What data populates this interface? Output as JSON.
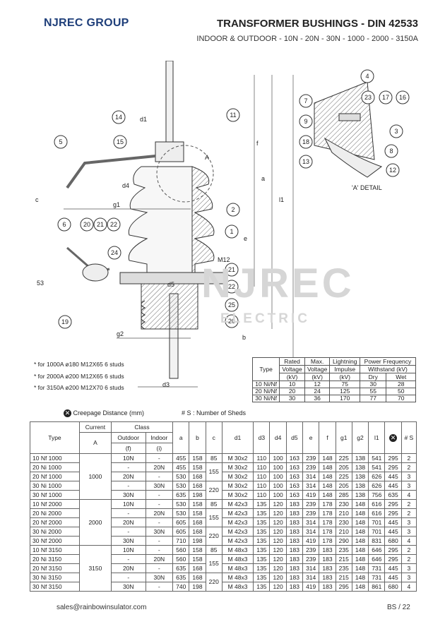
{
  "header": {
    "brand": "NJREC GROUP",
    "title": "TRANSFORMER BUSHINGS - DIN 42533",
    "subtitle": "INDOOR & OUTDOOR  -  10N - 20N - 30N - 1000 - 2000 - 3150A"
  },
  "drawing": {
    "callouts": [
      "14",
      "11",
      "5",
      "15",
      "2",
      "1",
      "6",
      "20",
      "21",
      "22",
      "24",
      "19",
      "21",
      "22",
      "25",
      "20",
      "4",
      "23",
      "17",
      "16",
      "7",
      "9",
      "3",
      "18",
      "8",
      "13",
      "12"
    ],
    "dims": [
      "d1",
      "f",
      "a",
      "l1",
      "e",
      "A",
      "d4",
      "g1",
      "c",
      "M12",
      "53",
      "d5",
      "g2",
      "b",
      "d3"
    ],
    "detail_label": "'A' DETAIL"
  },
  "notes": [
    "for 1000A ø180 M12X65 6 studs",
    "for 2000A ø200 M12X65 6 studs",
    "for 3150A ø200 M12X70 6 studs"
  ],
  "legend": {
    "creepage": "Creepage Distance (mm)",
    "sheds": "# S : Number of Sheds"
  },
  "watermark": {
    "line1": "NJREC",
    "line2": "ELECTRIC"
  },
  "ratings": {
    "h_type": "Type",
    "h_rated": [
      "Rated",
      "Voltage",
      "(kV)"
    ],
    "h_max": [
      "Max.",
      "Voltage",
      "(kV)"
    ],
    "h_li": [
      "Lightning",
      "Impulse",
      "(kV)"
    ],
    "h_pf": [
      "Power Frequency",
      "Withstand (kV)"
    ],
    "h_dry": "Dry",
    "h_wet": "Wet",
    "rows": [
      [
        "10 Ni/Nf",
        "10",
        "12",
        "75",
        "30",
        "28"
      ],
      [
        "20 Ni/Nf",
        "20",
        "24",
        "125",
        "55",
        "50"
      ],
      [
        "30 Ni/Nf",
        "30",
        "36",
        "170",
        "77",
        "70"
      ]
    ]
  },
  "main_table": {
    "h_type": "Type",
    "h_current": [
      "Current",
      "A"
    ],
    "h_class": "Class",
    "h_outdoor": [
      "Outdoor",
      "(f)"
    ],
    "h_indoor": [
      "Indoor",
      "(i)"
    ],
    "h_cols": [
      "a",
      "b",
      "c",
      "d1",
      "d3",
      "d4",
      "d5",
      "e",
      "f",
      "g1",
      "g2",
      "l1"
    ],
    "h_sheds": "# S",
    "groups": [
      {
        "current": "1000",
        "c_vals": [
          "85",
          "155",
          "220"
        ],
        "rows": [
          {
            "type": "10 Nf 1000",
            "outdoor": "10N",
            "indoor": "-",
            "a": "455",
            "b": "158",
            "d1": "M 30x2",
            "d3": "110",
            "d4": "100",
            "d5": "163",
            "e": "239",
            "f": "148",
            "g1": "225",
            "g2": "138",
            "l1": "541",
            "cd": "295",
            "s": "2"
          },
          {
            "type": "20 Ni 1000",
            "outdoor": "-",
            "indoor": "20N",
            "a": "455",
            "b": "158",
            "d1": "M 30x2",
            "d3": "110",
            "d4": "100",
            "d5": "163",
            "e": "239",
            "f": "148",
            "g1": "205",
            "g2": "138",
            "l1": "541",
            "cd": "295",
            "s": "2"
          },
          {
            "type": "20 Nf 1000",
            "outdoor": "20N",
            "indoor": "-",
            "a": "530",
            "b": "168",
            "d1": "M 30x2",
            "d3": "110",
            "d4": "100",
            "d5": "163",
            "e": "314",
            "f": "148",
            "g1": "225",
            "g2": "138",
            "l1": "626",
            "cd": "445",
            "s": "3"
          },
          {
            "type": "30 Ni 1000",
            "outdoor": "-",
            "indoor": "30N",
            "a": "530",
            "b": "168",
            "d1": "M 30x2",
            "d3": "110",
            "d4": "100",
            "d5": "163",
            "e": "314",
            "f": "148",
            "g1": "205",
            "g2": "138",
            "l1": "626",
            "cd": "445",
            "s": "3"
          },
          {
            "type": "30 Nf 1000",
            "outdoor": "30N",
            "indoor": "-",
            "a": "635",
            "b": "198",
            "d1": "M 30x2",
            "d3": "110",
            "d4": "100",
            "d5": "163",
            "e": "419",
            "f": "148",
            "g1": "285",
            "g2": "138",
            "l1": "756",
            "cd": "635",
            "s": "4"
          }
        ]
      },
      {
        "current": "2000",
        "c_vals": [
          "85",
          "155",
          "220"
        ],
        "rows": [
          {
            "type": "10 Nf 2000",
            "outdoor": "10N",
            "indoor": "-",
            "a": "530",
            "b": "158",
            "d1": "M 42x3",
            "d3": "135",
            "d4": "120",
            "d5": "183",
            "e": "239",
            "f": "178",
            "g1": "230",
            "g2": "148",
            "l1": "616",
            "cd": "295",
            "s": "2"
          },
          {
            "type": "20 Ni 2000",
            "outdoor": "-",
            "indoor": "20N",
            "a": "530",
            "b": "158",
            "d1": "M 42x3",
            "d3": "135",
            "d4": "120",
            "d5": "183",
            "e": "239",
            "f": "178",
            "g1": "210",
            "g2": "148",
            "l1": "616",
            "cd": "295",
            "s": "2"
          },
          {
            "type": "20 Nf 2000",
            "outdoor": "20N",
            "indoor": "-",
            "a": "605",
            "b": "168",
            "d1": "M 42x3",
            "d3": "135",
            "d4": "120",
            "d5": "183",
            "e": "314",
            "f": "178",
            "g1": "230",
            "g2": "148",
            "l1": "701",
            "cd": "445",
            "s": "3"
          },
          {
            "type": "30 Ni 2000",
            "outdoor": "-",
            "indoor": "30N",
            "a": "605",
            "b": "168",
            "d1": "M 42x3",
            "d3": "135",
            "d4": "120",
            "d5": "183",
            "e": "314",
            "f": "178",
            "g1": "210",
            "g2": "148",
            "l1": "701",
            "cd": "445",
            "s": "3"
          },
          {
            "type": "30 Nf 2000",
            "outdoor": "30N",
            "indoor": "-",
            "a": "710",
            "b": "198",
            "d1": "M 42x3",
            "d3": "135",
            "d4": "120",
            "d5": "183",
            "e": "419",
            "f": "178",
            "g1": "290",
            "g2": "148",
            "l1": "831",
            "cd": "680",
            "s": "4"
          }
        ]
      },
      {
        "current": "3150",
        "c_vals": [
          "85",
          "155",
          "220"
        ],
        "rows": [
          {
            "type": "10 Nf 3150",
            "outdoor": "10N",
            "indoor": "-",
            "a": "560",
            "b": "158",
            "d1": "M 48x3",
            "d3": "135",
            "d4": "120",
            "d5": "183",
            "e": "239",
            "f": "183",
            "g1": "235",
            "g2": "148",
            "l1": "646",
            "cd": "295",
            "s": "2"
          },
          {
            "type": "20 Ni 3150",
            "outdoor": "-",
            "indoor": "20N",
            "a": "560",
            "b": "158",
            "d1": "M 48x3",
            "d3": "135",
            "d4": "120",
            "d5": "183",
            "e": "239",
            "f": "183",
            "g1": "215",
            "g2": "148",
            "l1": "646",
            "cd": "295",
            "s": "2"
          },
          {
            "type": "20 Nf 3150",
            "outdoor": "20N",
            "indoor": "-",
            "a": "635",
            "b": "168",
            "d1": "M 48x3",
            "d3": "135",
            "d4": "120",
            "d5": "183",
            "e": "314",
            "f": "183",
            "g1": "235",
            "g2": "148",
            "l1": "731",
            "cd": "445",
            "s": "3"
          },
          {
            "type": "30 Ni 3150",
            "outdoor": "-",
            "indoor": "30N",
            "a": "635",
            "b": "168",
            "d1": "M 48x3",
            "d3": "135",
            "d4": "120",
            "d5": "183",
            "e": "314",
            "f": "183",
            "g1": "215",
            "g2": "148",
            "l1": "731",
            "cd": "445",
            "s": "3"
          },
          {
            "type": "30 Nf 3150",
            "outdoor": "30N",
            "indoor": "-",
            "a": "740",
            "b": "198",
            "d1": "M 48x3",
            "d3": "135",
            "d4": "120",
            "d5": "183",
            "e": "419",
            "f": "183",
            "g1": "295",
            "g2": "148",
            "l1": "861",
            "cd": "680",
            "s": "4"
          }
        ]
      }
    ]
  },
  "footer": {
    "email": "sales@rainbowinsulator.com",
    "page": "BS / 22"
  }
}
